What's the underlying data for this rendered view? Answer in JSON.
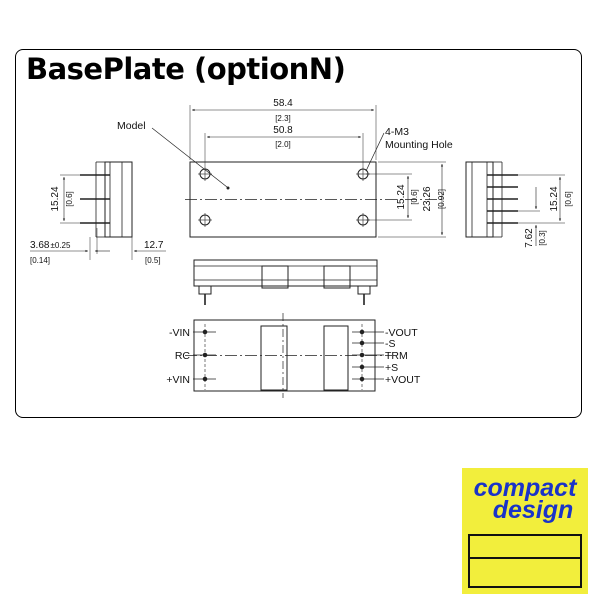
{
  "title": "BasePlate (optionN)",
  "dimensions": {
    "overall_width": "58.4",
    "overall_width_in": "[2.3]",
    "hole_spacing_x": "50.8",
    "hole_spacing_x_in": "[2.0]",
    "left_height": "15.24",
    "left_height_in": "[0.6]",
    "pin_offset": "3.68",
    "pin_offset_tol": "±0.25",
    "pin_offset_in": "[0.14]",
    "depth": "12.7",
    "depth_in": "[0.5]",
    "hole_spacing_y": "15.24",
    "hole_spacing_y_in": "[0.6]",
    "overall_height": "23.26",
    "overall_height_in": "[0.92]",
    "right_height": "15.24",
    "right_height_in": "[0.6]",
    "pin_pitch": "7.62",
    "pin_pitch_in": "[0.3]"
  },
  "callouts": {
    "model": "Model",
    "mounting_count": "4-M3",
    "mounting_label": "Mounting Hole"
  },
  "pins": {
    "left": [
      "-VIN",
      "RC",
      "+VIN"
    ],
    "right": [
      "-VOUT",
      "-S",
      "TRM",
      "+S",
      "+VOUT"
    ]
  },
  "badge": {
    "line1": "compact",
    "line2": "design",
    "background": "#f2ee3c",
    "text_color": "#1a33c8"
  }
}
